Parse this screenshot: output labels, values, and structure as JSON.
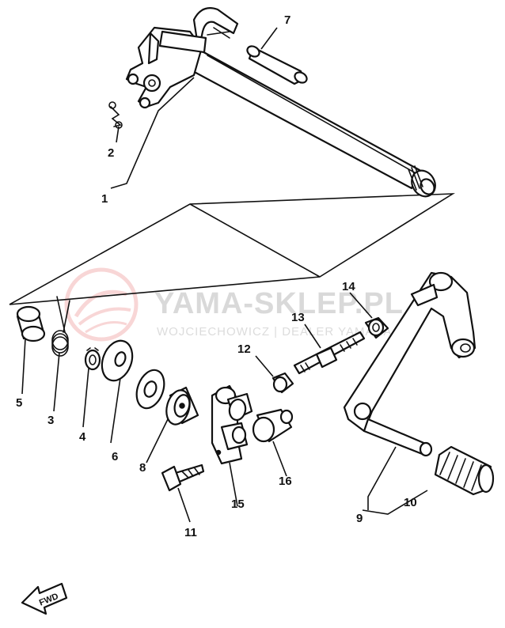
{
  "watermark": {
    "title": "YAMA-SKLEP.PL",
    "subtitle": "WOJCIECHOWICZ | DEALER YAMAHA"
  },
  "fwd_label": "FWD",
  "callouts": [
    "1",
    "2",
    "3",
    "4",
    "5",
    "6",
    "7",
    "8",
    "9",
    "10",
    "11",
    "12",
    "13",
    "14",
    "15",
    "16"
  ],
  "colors": {
    "ink": "#111111",
    "watermark_red": "#f4b6b6",
    "watermark_grey": "#d9d9d9"
  }
}
